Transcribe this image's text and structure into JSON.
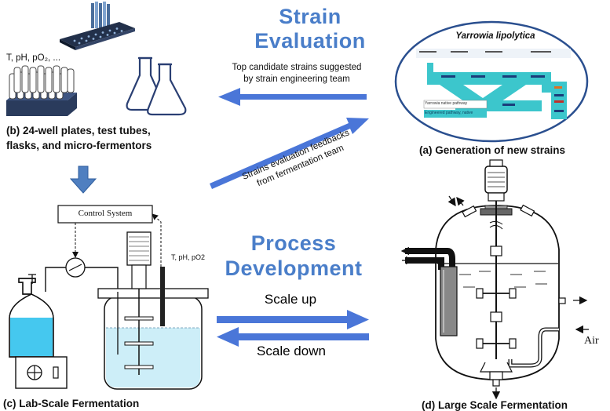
{
  "center": {
    "strain_heading_1": "Strain",
    "strain_heading_2": "Evaluation",
    "top_candidate_1": "Top candidate strains suggested",
    "top_candidate_2": "by  strain engineering team",
    "feedback_1": "Strains evaluation feedbacks",
    "feedback_2": "from fermentation team",
    "process_heading_1": "Process",
    "process_heading_2": "Development",
    "scale_up": "Scale up",
    "scale_down": "Scale down"
  },
  "panel_b": {
    "params": "T, pH, pO₂, ...",
    "caption_1": "(b) 24-well plates, test tubes,",
    "caption_2": "flasks, and micro-fermentors"
  },
  "panel_a": {
    "organism": "Yarrowia lipolytica",
    "caption": "(a) Generation of new strains",
    "legend_native": "Yarrowia native pathway",
    "legend_engineered": "Engineered pathway, native"
  },
  "panel_c": {
    "control_system": "Control System",
    "params": "T, pH, pO2",
    "caption": "(c) Lab-Scale Fermentation"
  },
  "panel_d": {
    "air": "Air",
    "caption": "(d) Large Scale Fermentation"
  },
  "colors": {
    "heading": "#4a7ec9",
    "arrow": "#4a76d8",
    "pathway": "#3cc6cc",
    "liquid": "#cdeef8",
    "liquid_bright": "#45c8ef",
    "down_arrow": "#4f7fc0"
  }
}
